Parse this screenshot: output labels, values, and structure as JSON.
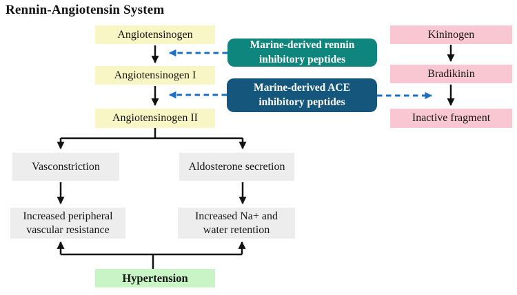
{
  "title": "Rennin-Angiotensin System",
  "colors": {
    "yellow": "#F9F6C5",
    "pink": "#F9C7D2",
    "teal": "#0F867D",
    "navy": "#14567C",
    "green": "#C9F5C6",
    "gray": "#EDEDED",
    "arrow_black": "#111111",
    "dash_blue": "#1E6FC0"
  },
  "boxes": {
    "angiotensinogen": "Angiotensinogen",
    "angiotensinogen_i": "Angiotensinogen I",
    "angiotensinogen_ii": "Angiotensinogen II",
    "renin_inhibitor": {
      "line1": "Marine-derived rennin",
      "line2": "inhibitory peptides"
    },
    "ace_inhibitor": {
      "line1": "Marine-derived ACE",
      "line2": "inhibitory peptides"
    },
    "kininogen": "Kininogen",
    "bradikinin": "Bradikinin",
    "inactive_fragment": "Inactive fragment",
    "vasoconstriction": "Vasconstriction",
    "aldosterone_secretion": "Aldosterone secretion",
    "peripheral_resistance": {
      "line1": "Increased peripheral",
      "line2": "vascular resistance"
    },
    "na_water_retention": {
      "line1": "Increased Na+ and",
      "line2": "water retention"
    },
    "hypertension": "Hypertension"
  }
}
